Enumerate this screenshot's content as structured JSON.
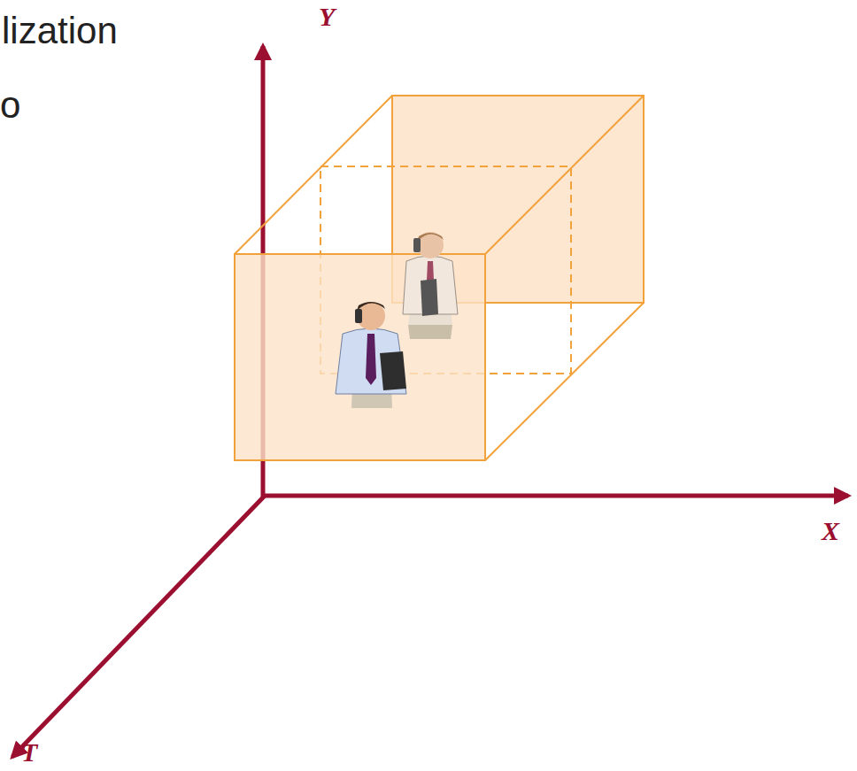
{
  "diagram": {
    "labels": [
      "lization",
      "o",
      "Y",
      "X",
      "T"
    ]
  }
}
